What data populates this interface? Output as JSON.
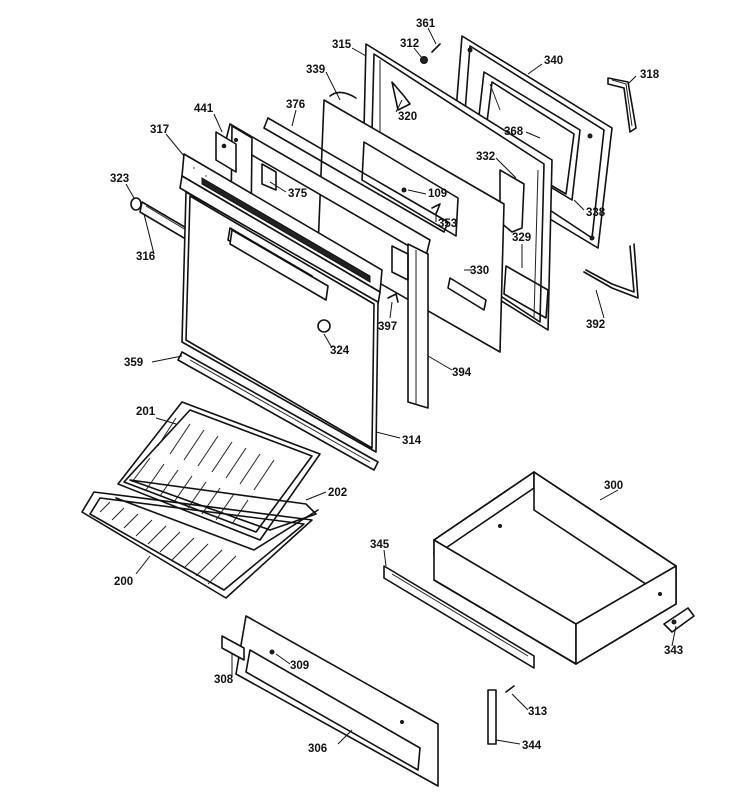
{
  "callouts": [
    {
      "id": "c361",
      "text": "361"
    },
    {
      "id": "c312",
      "text": "312"
    },
    {
      "id": "c315",
      "text": "315"
    },
    {
      "id": "c340",
      "text": "340"
    },
    {
      "id": "c318",
      "text": "318"
    },
    {
      "id": "c339",
      "text": "339"
    },
    {
      "id": "c376",
      "text": "376"
    },
    {
      "id": "c320",
      "text": "320"
    },
    {
      "id": "c441",
      "text": "441"
    },
    {
      "id": "c368",
      "text": "368"
    },
    {
      "id": "c317",
      "text": "317"
    },
    {
      "id": "c332",
      "text": "332"
    },
    {
      "id": "c323",
      "text": "323"
    },
    {
      "id": "c375",
      "text": "375"
    },
    {
      "id": "c109",
      "text": "109"
    },
    {
      "id": "c338",
      "text": "338"
    },
    {
      "id": "c353",
      "text": "353"
    },
    {
      "id": "c316",
      "text": "316"
    },
    {
      "id": "c329",
      "text": "329"
    },
    {
      "id": "c330",
      "text": "330"
    },
    {
      "id": "c392",
      "text": "392"
    },
    {
      "id": "c397",
      "text": "397"
    },
    {
      "id": "c324",
      "text": "324"
    },
    {
      "id": "c359",
      "text": "359"
    },
    {
      "id": "c394",
      "text": "394"
    },
    {
      "id": "c201",
      "text": "201"
    },
    {
      "id": "c314",
      "text": "314"
    },
    {
      "id": "c202",
      "text": "202"
    },
    {
      "id": "c300",
      "text": "300"
    },
    {
      "id": "c200",
      "text": "200"
    },
    {
      "id": "c345",
      "text": "345"
    },
    {
      "id": "c309",
      "text": "309"
    },
    {
      "id": "c343",
      "text": "343"
    },
    {
      "id": "c308",
      "text": "308"
    },
    {
      "id": "c313",
      "text": "313"
    },
    {
      "id": "c306",
      "text": "306"
    },
    {
      "id": "c344",
      "text": "344"
    }
  ]
}
